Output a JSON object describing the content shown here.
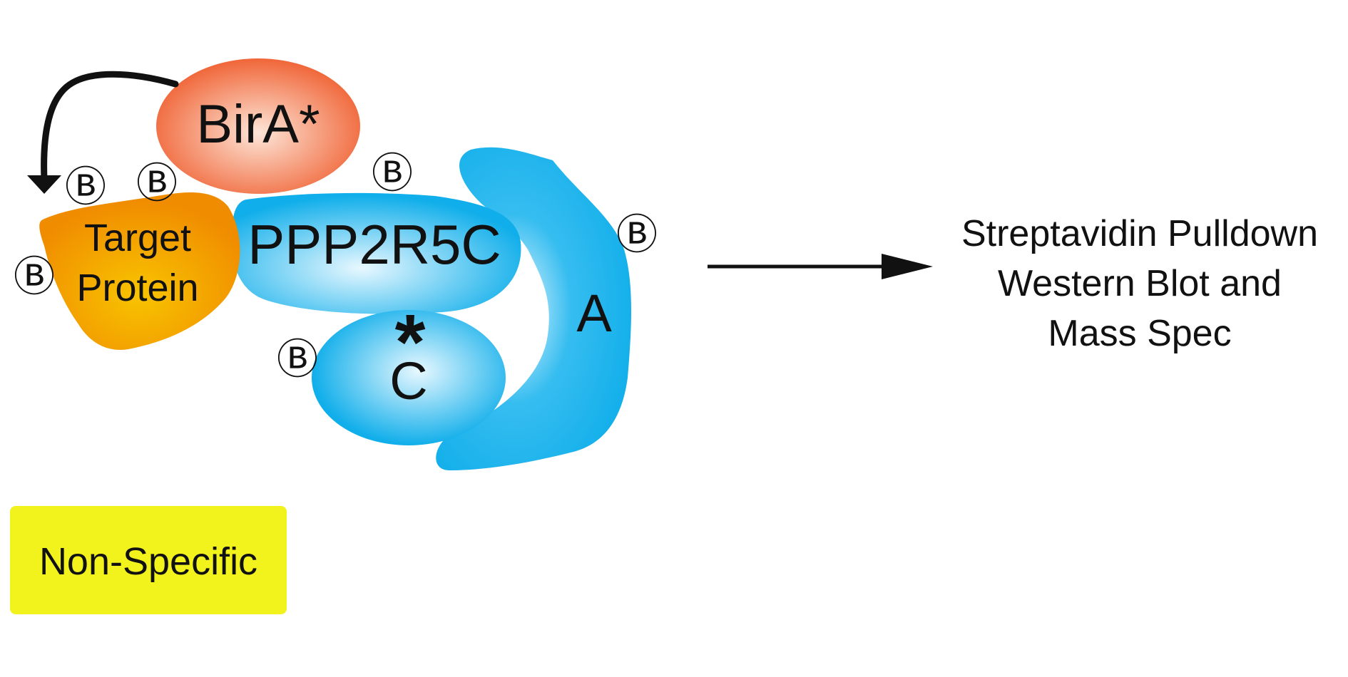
{
  "diagram": {
    "birA_label": "BirA*",
    "target_label_line1": "Target",
    "target_label_line2": "Protein",
    "ppp2r5c_label": "PPP2R5C",
    "subunit_a_label": "A",
    "subunit_c_label": "C",
    "c_marker": "*",
    "biotin_mark": "Ⓑ",
    "nonspecific_label": "Non-Specific",
    "result_line1": "Streptavidin Pulldown",
    "result_line2": "Western Blot and",
    "result_line3": "Mass Spec"
  },
  "colors": {
    "birA_edge": "#ef5a2a",
    "birA_center": "#fde6d8",
    "target_edge": "#f08c00",
    "target_center": "#f8c400",
    "pp2a_blue": "#10aeea",
    "pp2a_center": "#e8f8ff",
    "nonspecific_bg": "#f2f21c",
    "ink": "#111111"
  }
}
